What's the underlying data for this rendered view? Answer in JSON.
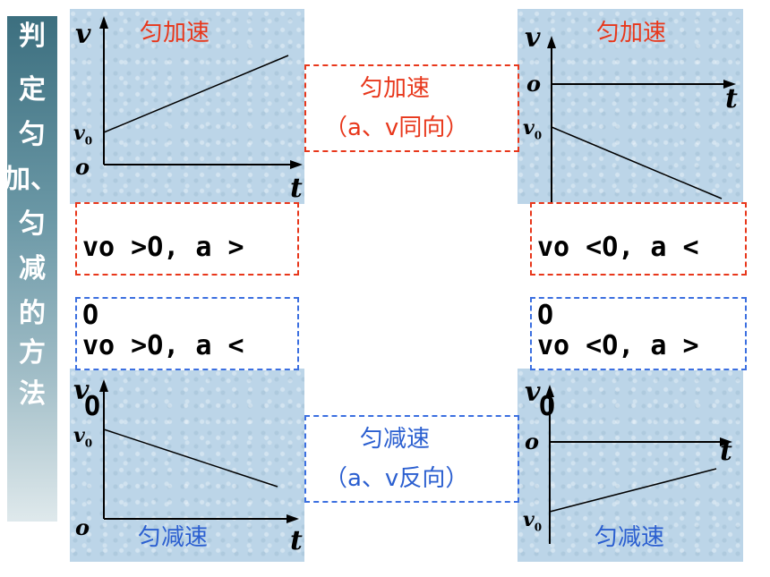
{
  "sidebar": {
    "chars": [
      "判",
      "定",
      "匀",
      "加、",
      "匀",
      "减",
      "的",
      "方",
      "法"
    ]
  },
  "panels": {
    "top_left": {
      "title": "匀加速",
      "y_label": "v",
      "x_label": "t",
      "origin": "o",
      "v0": "v",
      "v0_sub": "0"
    },
    "top_right": {
      "title": "匀加速",
      "y_label": "v",
      "x_label": "t",
      "origin": "o",
      "v0": "v",
      "v0_sub": "0"
    },
    "bottom_left": {
      "title": "匀减速",
      "y_label": "v",
      "x_label": "t",
      "origin": "o",
      "v0": "v",
      "v0_sub": "0"
    },
    "bottom_right": {
      "title": "匀减速",
      "y_label": "v",
      "x_label": "t",
      "origin": "o",
      "v0": "v",
      "v0_sub": "0"
    }
  },
  "center_boxes": {
    "accel": {
      "line1": "匀加速",
      "line2": "（a、v同向）"
    },
    "decel": {
      "line1": "匀减速",
      "line2": "（a、v反向）"
    }
  },
  "conditions": {
    "red_left": "vo >O, a >",
    "red_right": "vo <O, a <",
    "blue_left_top": "O",
    "blue_left": "vo >O, a <",
    "blue_right_top": "O",
    "blue_right": "vo <O, a >",
    "overlay_left": "O",
    "overlay_right": "O"
  },
  "colors": {
    "red": "#e8371b",
    "blue": "#2b5fd0",
    "panel_bg": "#bcd5e8"
  }
}
